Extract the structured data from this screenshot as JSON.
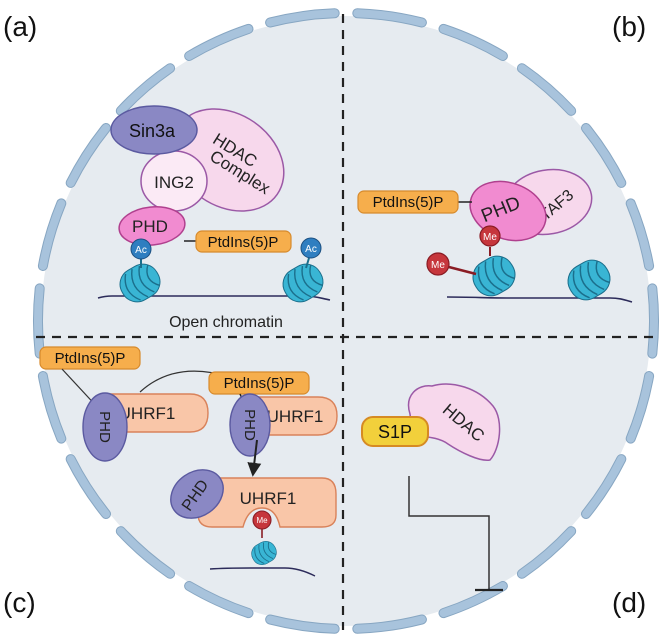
{
  "panels": {
    "a": "(a)",
    "b": "(b)",
    "c": "(c)",
    "d": "(d)"
  },
  "panel_a": {
    "sin3a": "Sin3a",
    "hdac_line1": "HDAC",
    "hdac_line2": "Complex",
    "ing2": "ING2",
    "phd": "PHD",
    "ptdins": "PtdIns(5)P",
    "ac_left": "Ac",
    "ac_right": "Ac",
    "caption": "Open chromatin"
  },
  "panel_b": {
    "ptdins": "PtdIns(5)P",
    "phd": "PHD",
    "taf3": "TAF3",
    "me_top": "Me",
    "me_left": "Me"
  },
  "panel_c": {
    "ptdins_1": "PtdIns(5)P",
    "ptdins_2": "PtdIns(5)P",
    "phd_1": "PHD",
    "uhrf1_1": "UHRF1",
    "phd_2": "PHD",
    "uhrf1_2": "UHRF1",
    "phd_3": "PHD",
    "uhrf1_3": "UHRF1",
    "me": "Me"
  },
  "panel_d": {
    "s1p": "S1P",
    "hdac": "HDAC"
  },
  "colors": {
    "cell_fill": "#e6ebf0",
    "envelope": "#a8c3dc",
    "envelope_edge": "#87a6c2",
    "purple": "#8a88c4",
    "purple_edge": "#5b5aa0",
    "pink": "#f7d8ec",
    "pink_edge": "#9b59a6",
    "magenta": "#f18bd0",
    "magenta_edge": "#b0408e",
    "orange": "#f6ae4c",
    "orange_edge": "#d78a2c",
    "salmon": "#f9c6a8",
    "salmon_edge": "#d9825a",
    "teal": "#39b5d4",
    "teal_edge": "#1b6f8c",
    "ac_blue": "#2f7ec0",
    "me_red": "#c6363c",
    "yellow": "#f2d03b",
    "yellow_edge": "#d68a23"
  }
}
